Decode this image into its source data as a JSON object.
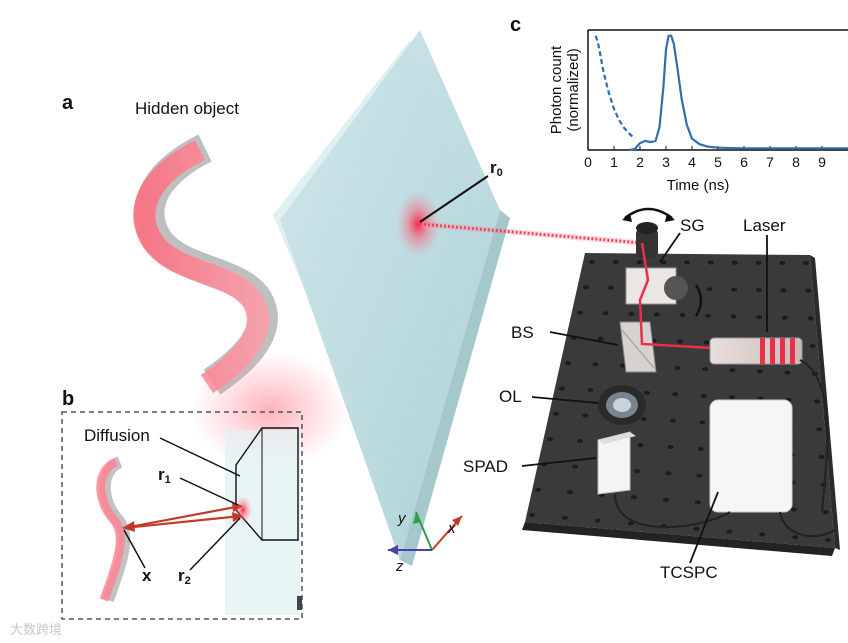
{
  "panels": {
    "a": "a",
    "b": "b",
    "c": "c"
  },
  "hidden_object_label": "Hidden object",
  "wall_point": {
    "base": "r",
    "sub": "0"
  },
  "setup_labels": {
    "sg": "SG",
    "laser": "Laser",
    "bs": "BS",
    "ol": "OL",
    "spad": "SPAD",
    "tcspc": "TCSPC"
  },
  "inset_b": {
    "diffusion": "Diffusion",
    "r1": {
      "base": "r",
      "sub": "1"
    },
    "r2": {
      "base": "r",
      "sub": "2"
    },
    "x": "x"
  },
  "axes": {
    "x": "x",
    "y": "y",
    "z": "z"
  },
  "watermark": "大数跨境",
  "colors": {
    "laser_red": "#e8304a",
    "curve_blue": "#2e6fb0",
    "axis_x": "#c0392b",
    "axis_y": "#2e9e4a",
    "axis_z": "#4b3fa8"
  },
  "chart_data": {
    "type": "line",
    "xlabel": "Time (ns)",
    "ylabel": "Photon count (normalized)",
    "ylabel_lines": [
      "Photon count",
      "(normalized)"
    ],
    "xlim": [
      0,
      10
    ],
    "ylim": [
      0,
      1.05
    ],
    "xticks": [
      0,
      1,
      2,
      3,
      4,
      5,
      6,
      7,
      8,
      9
    ],
    "series": [
      {
        "style": "solid",
        "x": [
          1.6,
          1.8,
          2.0,
          2.2,
          2.4,
          2.6,
          2.75,
          2.9,
          3.0,
          3.1,
          3.2,
          3.3,
          3.45,
          3.6,
          3.8,
          4.0,
          4.3,
          4.6,
          5.0,
          6.0,
          7.0,
          8.0,
          9.0,
          10.0
        ],
        "y": [
          0.0,
          0.01,
          0.06,
          0.08,
          0.07,
          0.08,
          0.2,
          0.55,
          0.88,
          1.0,
          1.0,
          0.93,
          0.7,
          0.45,
          0.22,
          0.1,
          0.05,
          0.03,
          0.02,
          0.015,
          0.015,
          0.015,
          0.015,
          0.015
        ]
      },
      {
        "style": "dashed",
        "x": [
          0.3,
          0.4,
          0.5,
          0.6,
          0.8,
          1.0,
          1.2,
          1.4,
          1.6,
          1.8
        ],
        "y": [
          1.0,
          0.92,
          0.8,
          0.68,
          0.5,
          0.36,
          0.26,
          0.19,
          0.14,
          0.1
        ]
      }
    ]
  }
}
